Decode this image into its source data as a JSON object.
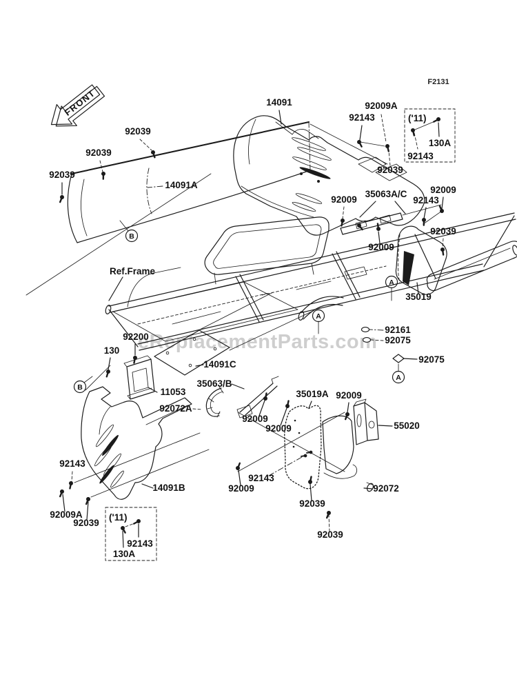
{
  "figure_code": "F2131",
  "watermark": "eReplacementParts.com",
  "front_label": "FRONT",
  "ref_frame_label": "Ref.Frame",
  "marker_a": "A",
  "marker_b": "B",
  "inset_top_right": {
    "title": "('11)",
    "part1": "130A",
    "part2": "92143"
  },
  "inset_bottom_left": {
    "title": "('11)",
    "part1": "92143",
    "part2": "130A"
  },
  "callouts": [
    "14091",
    "92009A",
    "92143",
    "92039",
    "92039",
    "92039",
    "14091A",
    "92039",
    "35063A/C",
    "92009",
    "92009",
    "92143",
    "92039",
    "92009",
    "35019",
    "92161",
    "92075",
    "92075",
    "92200",
    "130",
    "14091C",
    "11053",
    "35063/B",
    "92072A",
    "35019A",
    "92009",
    "55020",
    "92009",
    "92009",
    "92143",
    "92009",
    "92039",
    "92072",
    "92039",
    "92143",
    "92009A",
    "92039",
    "14091B"
  ]
}
